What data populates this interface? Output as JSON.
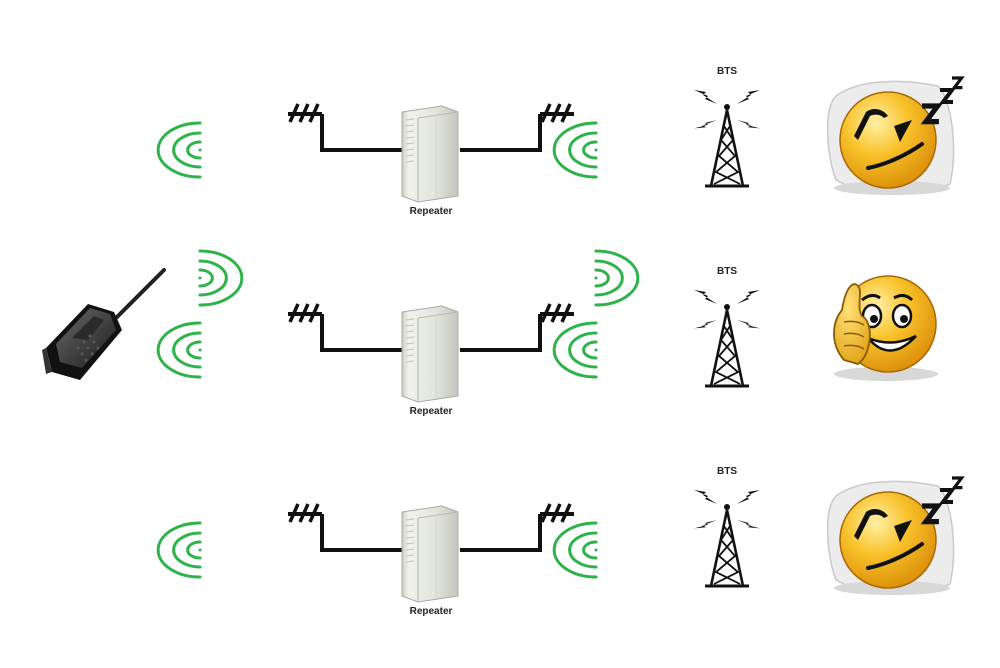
{
  "rows": [
    {
      "repeater_label": "Repeater",
      "bts_label": "BTS",
      "user_state": "sleeping",
      "left_waves": 1,
      "right_waves": 1
    },
    {
      "repeater_label": "Repeater",
      "bts_label": "BTS",
      "user_state": "happy",
      "left_waves": 2,
      "right_waves": 2
    },
    {
      "repeater_label": "Repeater",
      "bts_label": "BTS",
      "user_state": "sleeping",
      "left_waves": 1,
      "right_waves": 1
    }
  ],
  "colors": {
    "signal": "#2db34a",
    "line": "#111111",
    "repeater_body": "#e6e8e2",
    "face": "#f6b21b",
    "pillow": "#ececec"
  },
  "icons": {
    "handheld": "walkie-talkie-icon",
    "repeater": "repeater-device-icon",
    "bts": "cell-tower-icon",
    "sleeping": "sleeping-face-icon",
    "happy": "happy-face-icon"
  }
}
